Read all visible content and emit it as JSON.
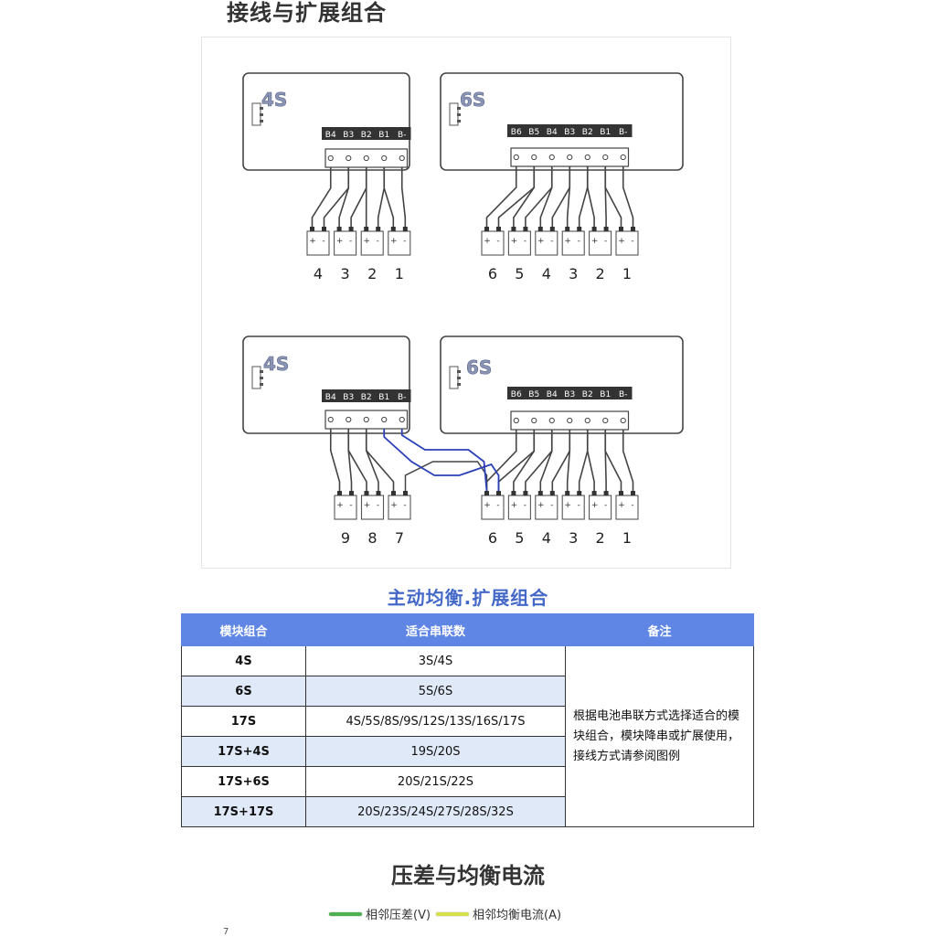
{
  "page": {
    "title": "接线与扩展组合",
    "footer_mark": "7"
  },
  "diagrams": {
    "top_4s": {
      "module_label": "4S",
      "pins": [
        "B4",
        "B3",
        "B2",
        "B1",
        "B-"
      ],
      "cells": [
        "4",
        "3",
        "2",
        "1"
      ]
    },
    "top_6s": {
      "module_label": "6S",
      "pins": [
        "B6",
        "B5",
        "B4",
        "B3",
        "B2",
        "B1",
        "B-"
      ],
      "cells": [
        "6",
        "5",
        "4",
        "3",
        "2",
        "1"
      ]
    },
    "bottom_4s": {
      "module_label": "4S",
      "pins": [
        "B4",
        "B3",
        "B2",
        "B1",
        "B-"
      ],
      "cells": [
        "9",
        "8",
        "7"
      ]
    },
    "bottom_6s": {
      "module_label": "6S",
      "pins": [
        "B6",
        "B5",
        "B4",
        "B3",
        "B2",
        "B1",
        "B-"
      ],
      "cells": [
        "6",
        "5",
        "4",
        "3",
        "2",
        "1"
      ]
    },
    "terminal_plus": "+",
    "terminal_minus": "-",
    "colors": {
      "wire": "#444444",
      "bridge": "#2b3fb8",
      "header": "#333333"
    }
  },
  "combo_section": {
    "title": "主动均衡.扩展组合",
    "headers": [
      "模块组合",
      "适合串联数",
      "备注"
    ],
    "rows": [
      {
        "module": "4S",
        "series": "3S/4S"
      },
      {
        "module": "6S",
        "series": "5S/6S"
      },
      {
        "module": "17S",
        "series": "4S/5S/8S/9S/12S/13S/16S/17S"
      },
      {
        "module": "17S+4S",
        "series": "19S/20S"
      },
      {
        "module": "17S+6S",
        "series": "20S/21S/22S"
      },
      {
        "module": "17S+17S",
        "series": "20S/23S/24S/27S/28S/32S"
      }
    ],
    "note": "根据电池串联方式选择适合的模块组合，模块降串或扩展使用，接线方式请参阅图例",
    "colors": {
      "header_bg": "#5f86e4",
      "row_shade": "#dfe9f8"
    }
  },
  "chart_section": {
    "title": "压差与均衡电流",
    "legend": [
      {
        "label": "相邻压差(V)",
        "color": "#4caf50"
      },
      {
        "label": "相邻均衡电流(A)",
        "color": "#d8e04a"
      }
    ]
  }
}
